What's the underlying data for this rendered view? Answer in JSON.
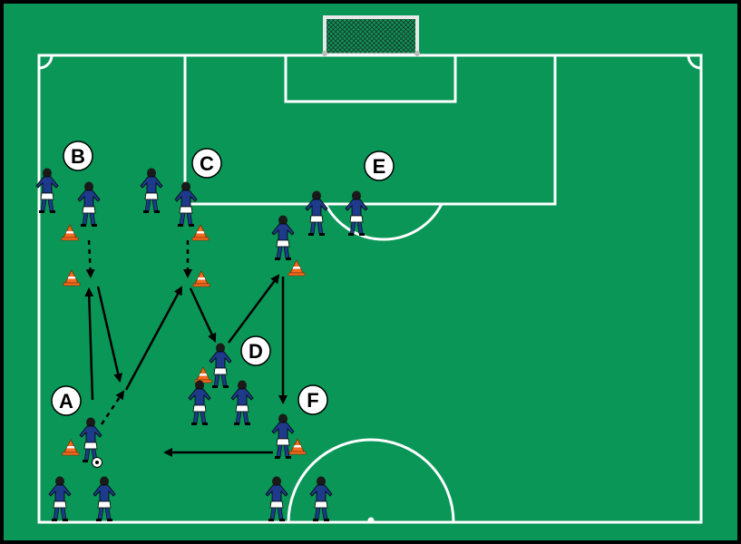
{
  "diagram": {
    "type": "football-training-drill",
    "colors": {
      "pitch": "#0a9657",
      "lines": "#ffffff",
      "shirt": "#1e3a8a",
      "shorts": "#ffffff",
      "cone": "#f26b21",
      "arrow": "#000000"
    },
    "groups": [
      {
        "id": "B",
        "label": "B"
      },
      {
        "id": "C",
        "label": "C"
      },
      {
        "id": "E",
        "label": "E"
      },
      {
        "id": "D",
        "label": "D"
      },
      {
        "id": "A",
        "label": "A"
      },
      {
        "id": "F",
        "label": "F"
      }
    ],
    "icons": [
      "player-icon",
      "cone-icon",
      "ball-icon",
      "goal-icon"
    ]
  }
}
